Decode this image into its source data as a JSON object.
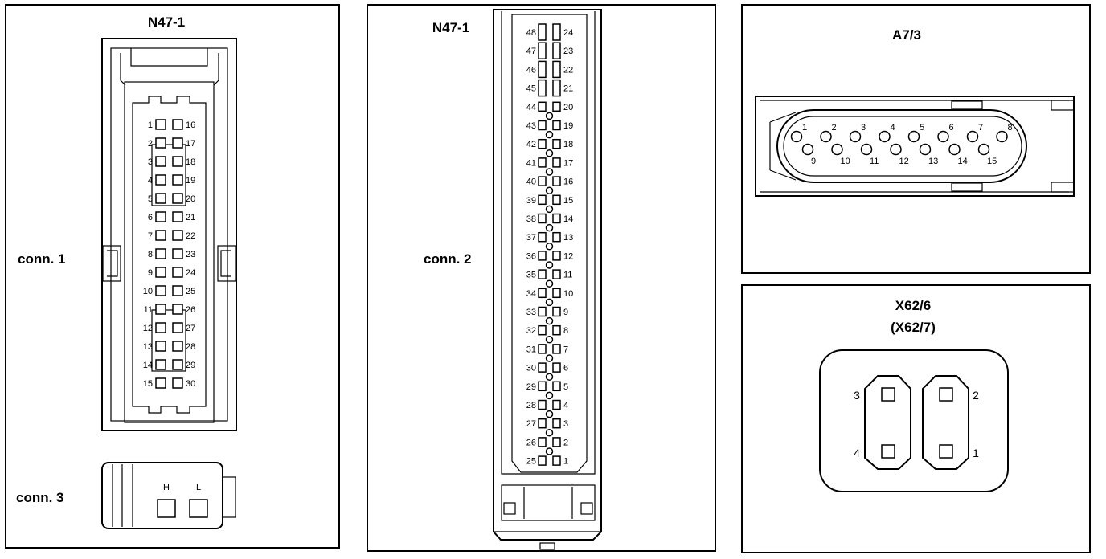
{
  "panel1": {
    "title": "N47-1",
    "conn1_label": "conn. 1",
    "conn3_label": "conn. 3",
    "conn1_pins_left": [
      "1",
      "2",
      "3",
      "4",
      "5",
      "6",
      "7",
      "8",
      "9",
      "10",
      "11",
      "12",
      "13",
      "14",
      "15"
    ],
    "conn1_pins_right": [
      "16",
      "17",
      "18",
      "19",
      "20",
      "21",
      "22",
      "23",
      "24",
      "25",
      "26",
      "27",
      "28",
      "29",
      "30"
    ],
    "conn3_pins": [
      "H",
      "L"
    ]
  },
  "panel2": {
    "title": "N47-1",
    "conn2_label": "conn. 2",
    "pins_left": [
      "48",
      "47",
      "46",
      "45",
      "44",
      "43",
      "42",
      "41",
      "40",
      "39",
      "38",
      "37",
      "36",
      "35",
      "34",
      "33",
      "32",
      "31",
      "30",
      "29",
      "28",
      "27",
      "26",
      "25"
    ],
    "pins_right": [
      "24",
      "23",
      "22",
      "21",
      "20",
      "19",
      "18",
      "17",
      "16",
      "15",
      "14",
      "13",
      "12",
      "11",
      "10",
      "9",
      "8",
      "7",
      "6",
      "5",
      "4",
      "3",
      "2",
      "1"
    ]
  },
  "panel3": {
    "title": "A7/3",
    "pins_top": [
      "1",
      "2",
      "3",
      "4",
      "5",
      "6",
      "7",
      "8"
    ],
    "pins_bottom": [
      "9",
      "10",
      "11",
      "12",
      "13",
      "14",
      "15"
    ]
  },
  "panel4": {
    "title": "X62/6",
    "subtitle": "(X62/7)",
    "pins": [
      "3",
      "4",
      "2",
      "1"
    ]
  }
}
